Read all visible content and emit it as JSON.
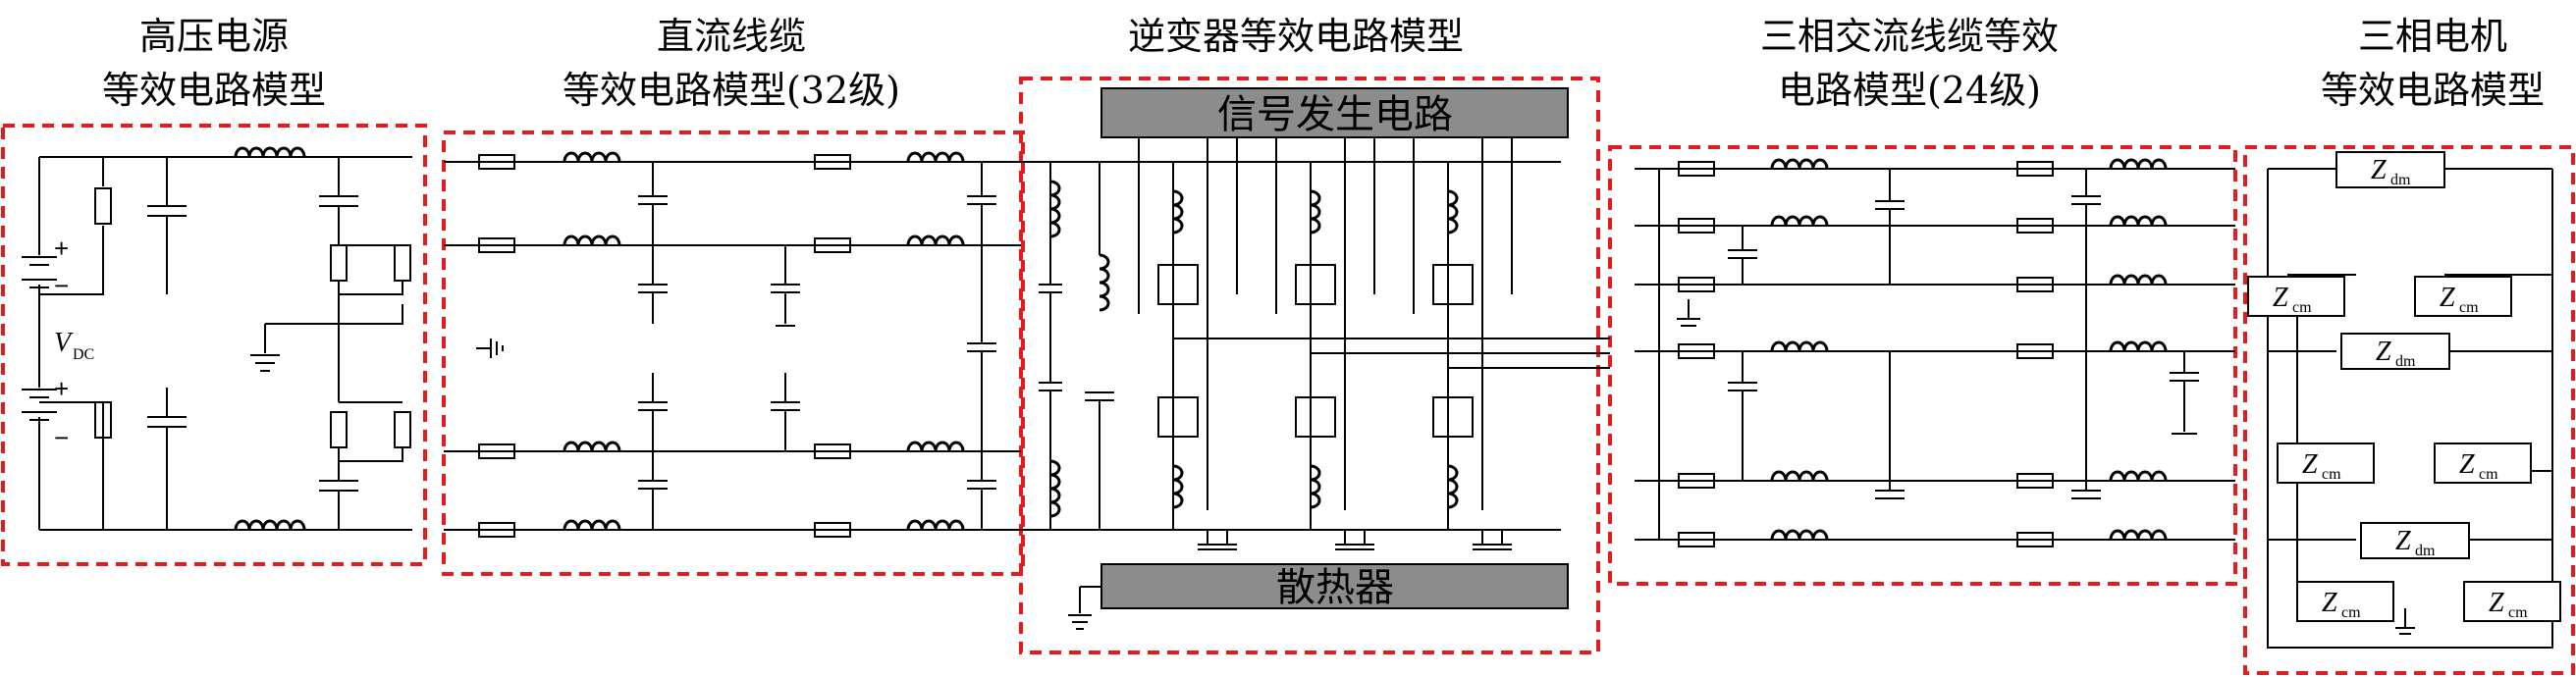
{
  "colors": {
    "dashed_frame": "#e41a1c",
    "wire": "#000000",
    "fill_box": "#8c8c8c"
  },
  "titles": {
    "hv_1": "高压电源",
    "hv_2": "等效电路模型",
    "dc_1": "直流线缆",
    "dc_2": "等效电路模型(32级)",
    "inv_1": "逆变器等效电路模型",
    "ac_1": "三相交流线缆等效",
    "ac_2": "电路模型(24级)",
    "motor_1": "三相电机",
    "motor_2": "等效电路模型"
  },
  "inverter": {
    "signal": "信号发生电路",
    "heatsink": "散热器"
  },
  "source": {
    "v": "V",
    "v_sub": "DC",
    "plus": "+",
    "minus": "−"
  },
  "motor": {
    "z": "Z",
    "dm": "dm",
    "cm": "cm"
  }
}
